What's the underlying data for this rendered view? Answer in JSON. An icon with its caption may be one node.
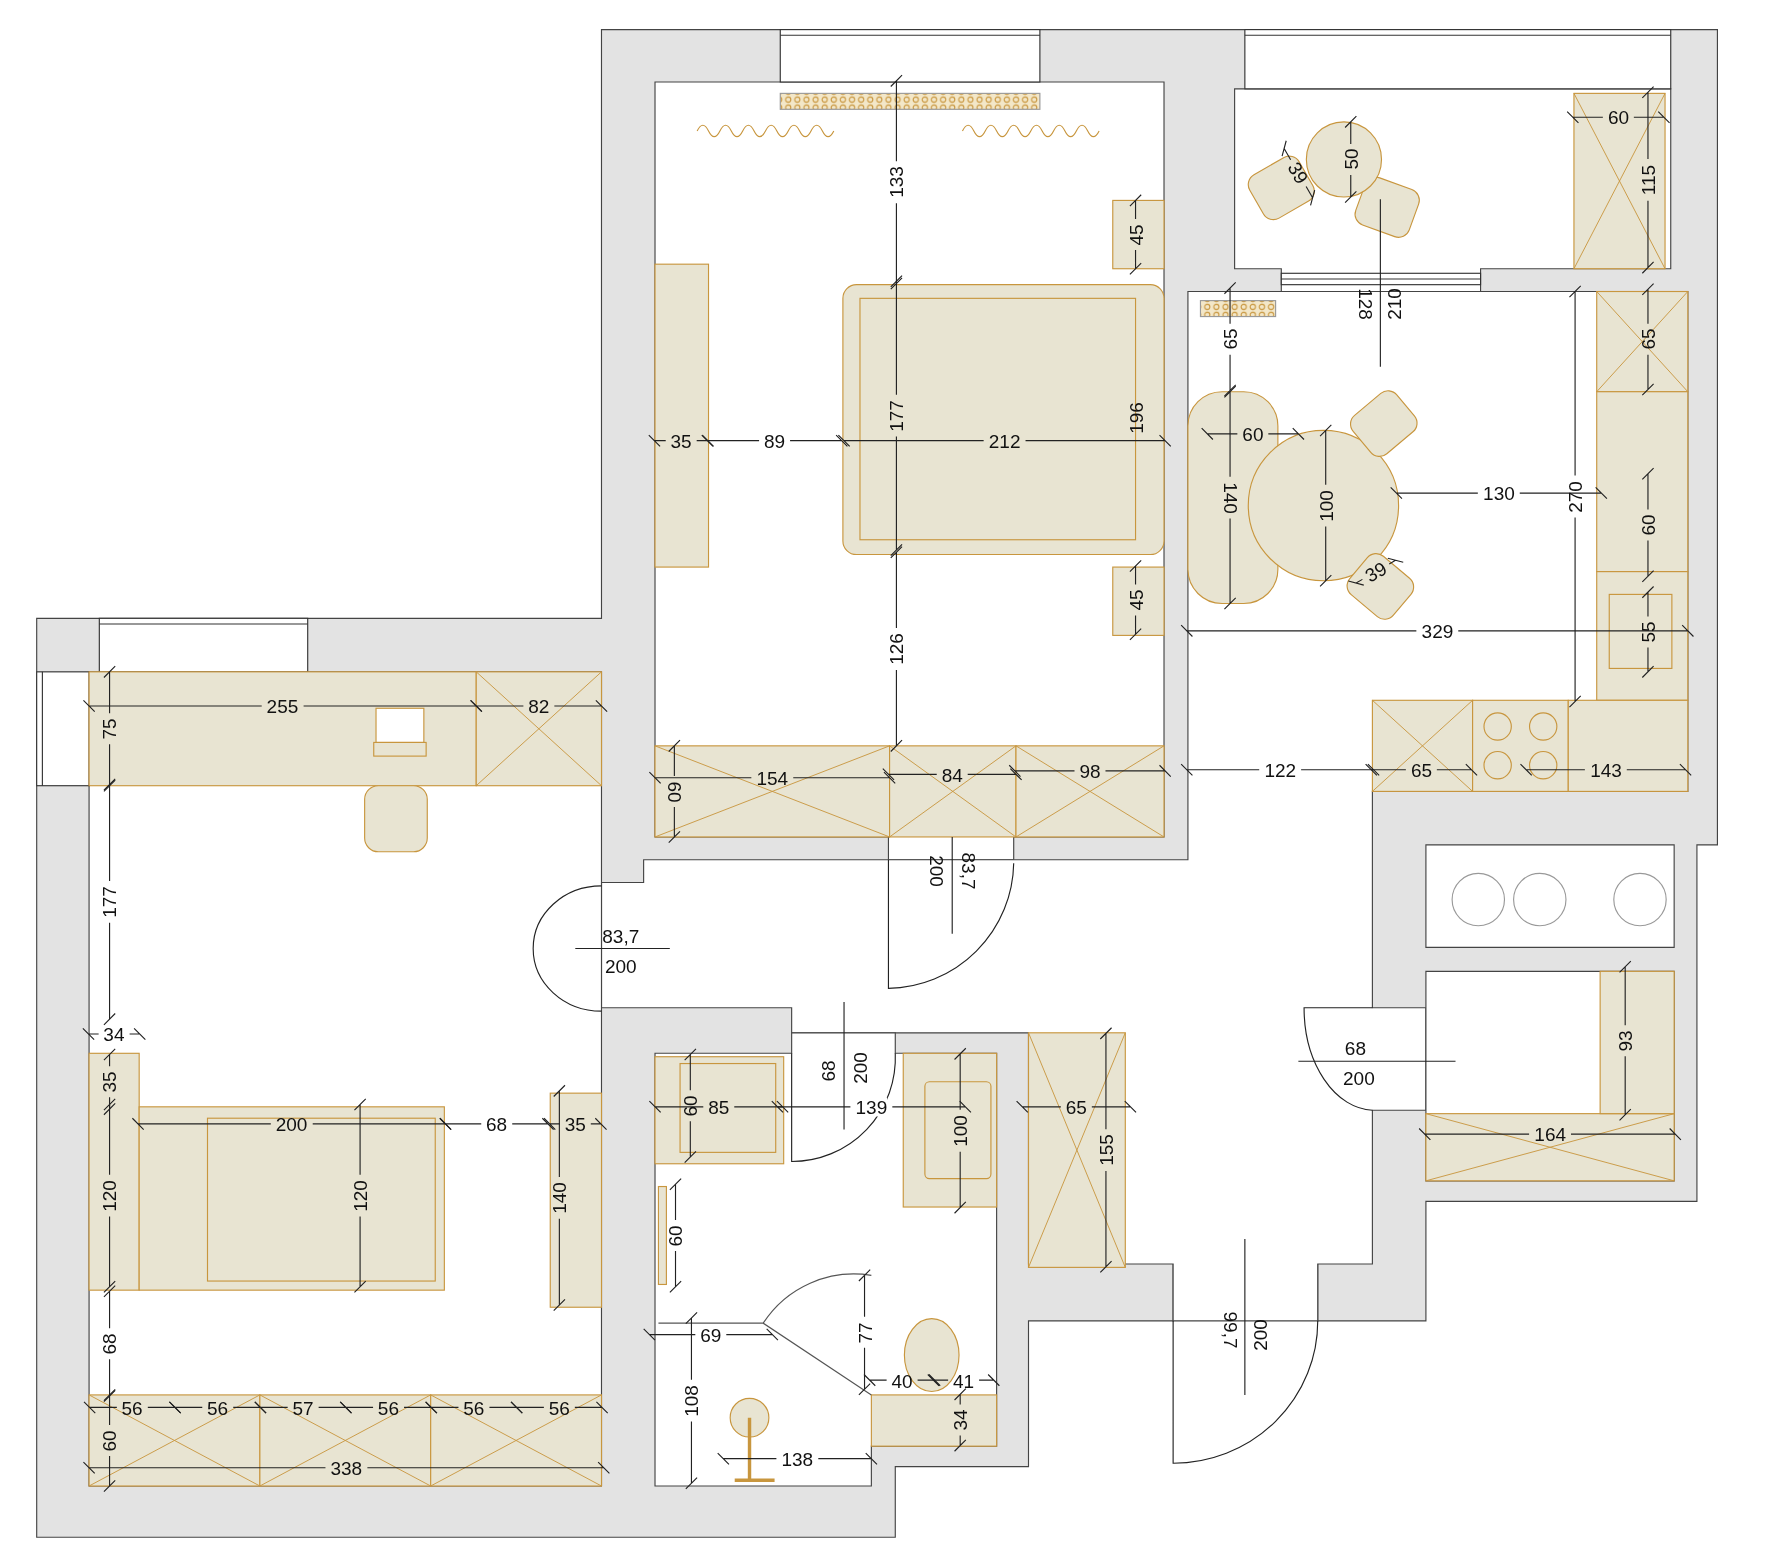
{
  "diagram": {
    "labels": [
      "133",
      "45",
      "60",
      "39",
      "50",
      "115",
      "128",
      "210",
      "65",
      "65",
      "35",
      "89",
      "177",
      "212",
      "196",
      "60",
      "140",
      "100",
      "130",
      "270",
      "60",
      "39",
      "45",
      "329",
      "55",
      "126",
      "255",
      "82",
      "75",
      "154",
      "84",
      "98",
      "60",
      "122",
      "65",
      "143",
      "200",
      "83,7",
      "83,7",
      "200",
      "177",
      "34",
      "68",
      "200",
      "68",
      "200",
      "93",
      "35",
      "60",
      "85",
      "139",
      "65",
      "200",
      "68",
      "35",
      "164",
      "100",
      "155",
      "120",
      "120",
      "140",
      "60",
      "77",
      "69",
      "99,7",
      "200",
      "68",
      "40",
      "41",
      "108",
      "56",
      "56",
      "57",
      "56",
      "56",
      "56",
      "34",
      "60",
      "138",
      "338"
    ]
  }
}
